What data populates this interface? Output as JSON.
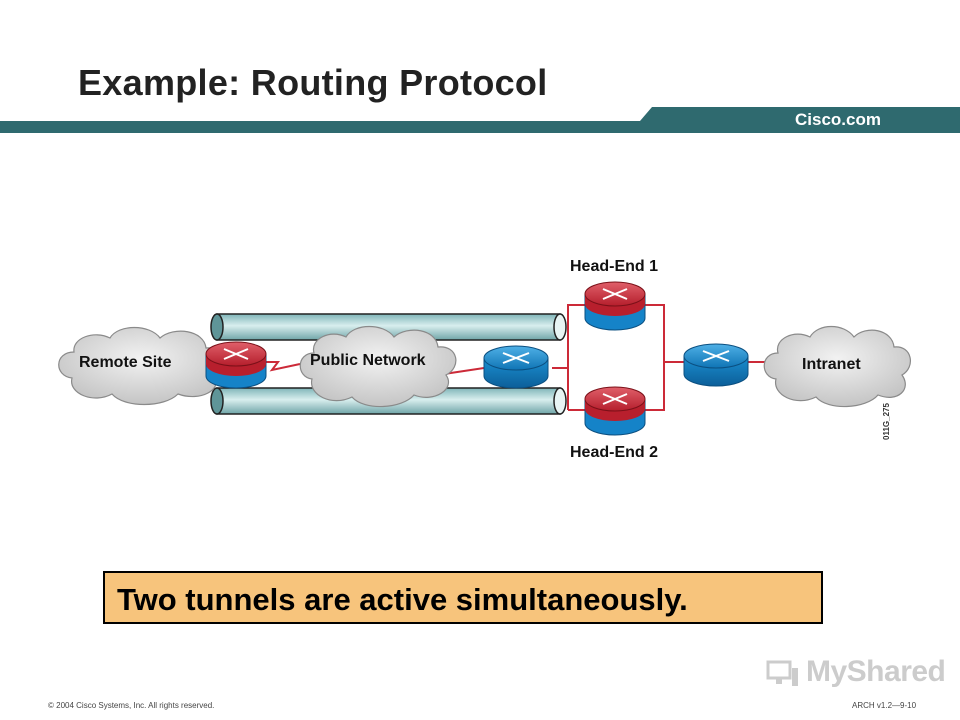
{
  "slide": {
    "title": "Example: Routing Protocol",
    "brand": "Cisco.com",
    "callout": "Two tunnels are active simultaneously.",
    "footer_left": "© 2004 Cisco Systems, Inc. All rights reserved.",
    "footer_right": "ARCH v1.2—9-10",
    "figure_id": "011G_275",
    "watermark": "MyShared"
  },
  "diagram": {
    "remote_site": "Remote Site",
    "public_network": "Public Network",
    "intranet": "Intranet",
    "head_end_1": "Head-End 1",
    "head_end_2": "Head-End 2"
  },
  "colors": {
    "header_bar": "#2f6a6f",
    "router_red": "#cc2a38",
    "router_blue": "#1583c8",
    "tunnel": "#a9d2d4",
    "link": "#cc2a38",
    "callout_bg": "#f7c47c",
    "cloud": "#d6d6d6"
  },
  "icons": [
    "router-icon",
    "cloud-icon",
    "tunnel-icon"
  ]
}
